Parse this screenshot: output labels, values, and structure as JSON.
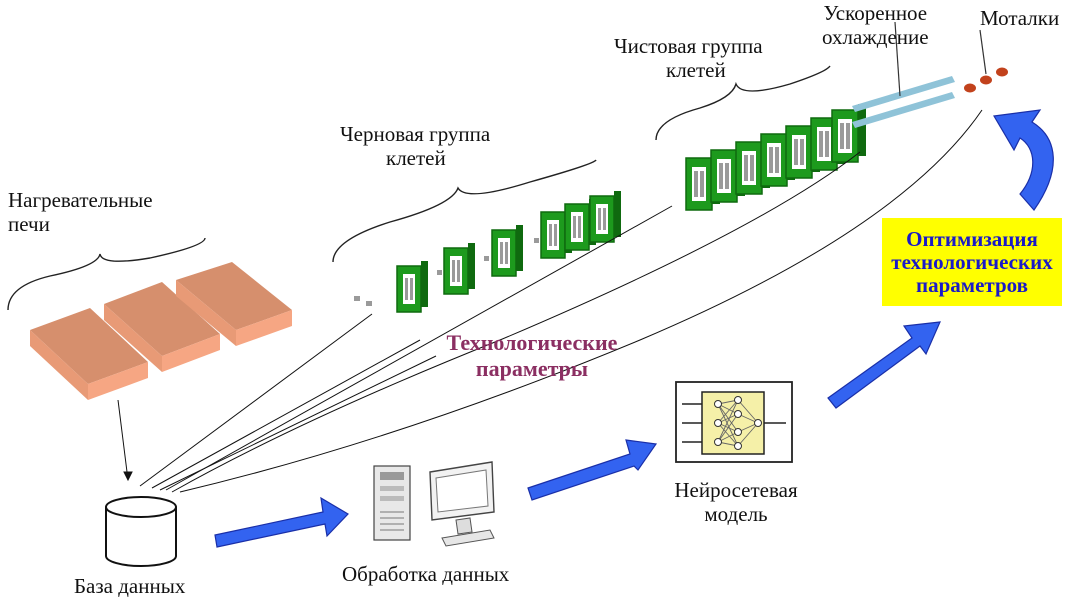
{
  "labels": {
    "furnaces": [
      "Нагревательные",
      "печи"
    ],
    "roughing": [
      "Черновая группа",
      "клетей"
    ],
    "finishing": [
      "Чистовая группа",
      "клетей"
    ],
    "cooling": [
      "Ускоренное",
      "охлаждение"
    ],
    "coilers": "Моталки",
    "tech_params": [
      "Технологические",
      "параметры"
    ],
    "optimization": [
      "Оптимизация",
      "технологических",
      "параметров"
    ],
    "neural": [
      "Нейросетевая",
      "модель"
    ],
    "database": "База данных",
    "processing": "Обработка данных"
  },
  "colors": {
    "furnace_top": "#d68f6d",
    "furnace_side": "#f6a683",
    "furnace_front": "#e89a76",
    "stand_green": "#1d9a1d",
    "stand_dark": "#0f6a0f",
    "roll_grey": "#9a9a9a",
    "coiler": "#c2421c",
    "cooling": "#8fc3d8",
    "arrow_blue": "#3363f0",
    "arrow_outline": "#1a2fa8",
    "tech_params_text": "#8b2f62",
    "optimization_text": "#1a1ac8",
    "optimization_bg": "#ffff00",
    "neural_bg": "#f5f0a8"
  },
  "icons": [
    "database-cylinder-icon",
    "computer-workstation-icon",
    "neural-network-icon",
    "curved-arrow-icon"
  ]
}
